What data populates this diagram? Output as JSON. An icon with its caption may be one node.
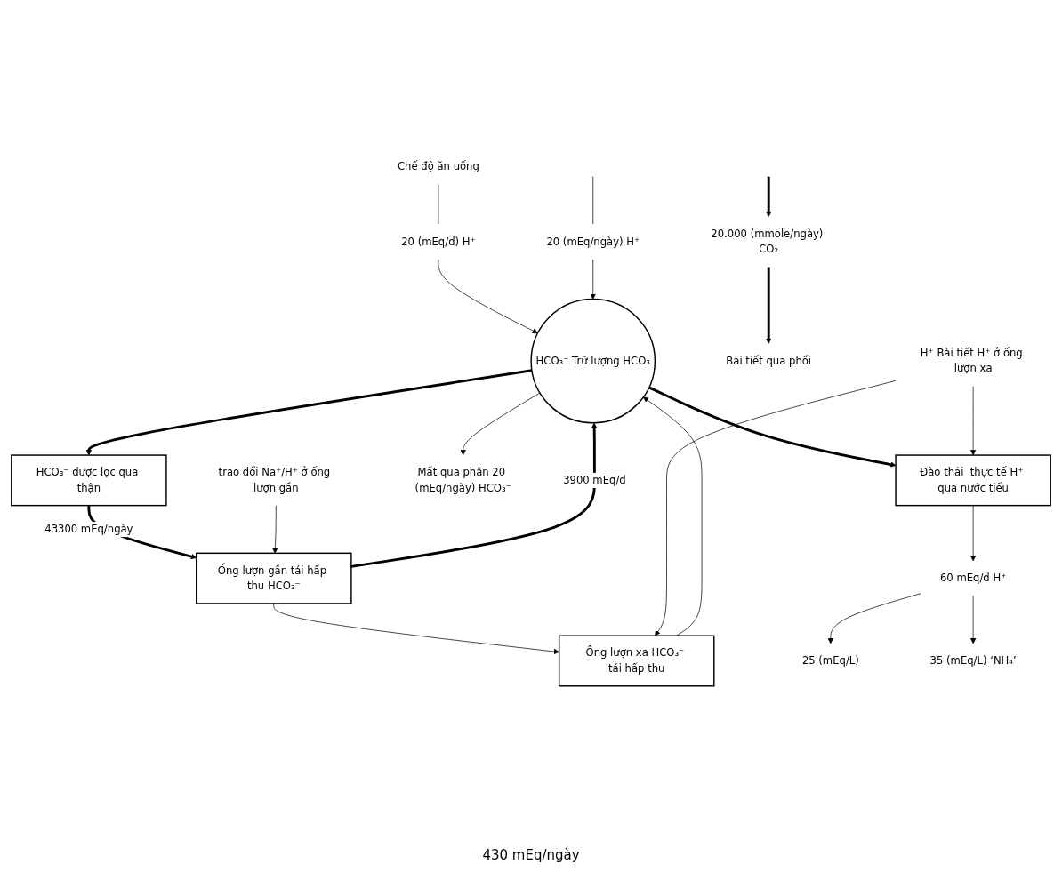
{
  "diagram": {
    "nodes": [
      {
        "text": [
          "Chế độ ăn uống"
        ]
      },
      {
        "text": [
          "20 (mEq/d) H⁺"
        ]
      },
      {
        "text": [
          "20 (mEq/ngày) H⁺"
        ]
      },
      {
        "text": [
          "HCO₃⁻ Trữ lượng HCO₃"
        ]
      },
      {
        "text": [
          "Ống lượn gần tái hấp thu HCO₃⁻"
        ]
      },
      {
        "text": [
          "HCO₃⁻ được lọc qua thận"
        ]
      },
      {
        "text": [
          "Ống lượn xa HCO₃⁻ tái hấp thu"
        ]
      },
      {
        "text": [
          "Đào thải  thực tế H⁺ qua nước tiểu"
        ]
      },
      {
        "text": [
          "Mất qua phân 20 (mEq/ngày) HCO₃⁻"
        ]
      },
      {
        "text": [
          "20.000 (mmole/ngày) CO₂"
        ]
      },
      {
        "text": [
          "Bài tiết qua phổi"
        ]
      },
      {
        "text": [
          "60 mEq/d H⁺"
        ]
      },
      {
        "text": [
          "25 (mEq/L)"
        ]
      },
      {
        "text": [
          "35 (mEq/L) ‘NH₄’"
        ]
      },
      {
        "text": [
          "trao đổi Na⁺/H⁺ ở ống lượn gần"
        ]
      },
      {
        "text": [
          "H⁺ Bài tiết H⁺ ở ống lượn xa"
        ]
      }
    ],
    "edges": [
      {
        "from": 0,
        "to": 1,
        "arrow": "none"
      },
      {
        "from": 1,
        "to": 3,
        "arrow": "to"
      },
      {
        "from": null,
        "to": 2,
        "arrow": "none"
      },
      {
        "from": 2,
        "to": 3,
        "arrow": "to"
      },
      {
        "from": 4,
        "to": 3,
        "arrow": "to",
        "style": "thick",
        "label": "3900 mEq/d"
      },
      {
        "from": 3,
        "to": 5,
        "arrow": "to",
        "style": "thick"
      },
      {
        "from": 5,
        "to": 4,
        "arrow": "to",
        "style": "thick",
        "label": "43300 mEq/ngày"
      },
      {
        "from": 4,
        "to": 6,
        "arrow": "to"
      },
      {
        "from": 14,
        "to": 4,
        "arrow": "to"
      },
      {
        "from": 6,
        "to": 3,
        "arrow": "to"
      },
      {
        "from": 3,
        "to": 7,
        "arrow": "to",
        "style": "thick"
      },
      {
        "from": 15,
        "to": 6,
        "arrow": "to"
      },
      {
        "from": 15,
        "to": 7,
        "arrow": "to"
      },
      {
        "from": 3,
        "to": 8,
        "arrow": "to"
      },
      {
        "from": null,
        "to": 9,
        "arrow": "to",
        "style": "thick"
      },
      {
        "from": 9,
        "to": 10,
        "arrow": "to",
        "style": "thick"
      },
      {
        "from": 7,
        "to": 11,
        "arrow": "to"
      },
      {
        "from": 11,
        "to": 12,
        "arrow": "to"
      },
      {
        "from": 11,
        "to": 13,
        "arrow": "to"
      }
    ],
    "labels": [
      "430 mEq/ngày"
    ]
  }
}
